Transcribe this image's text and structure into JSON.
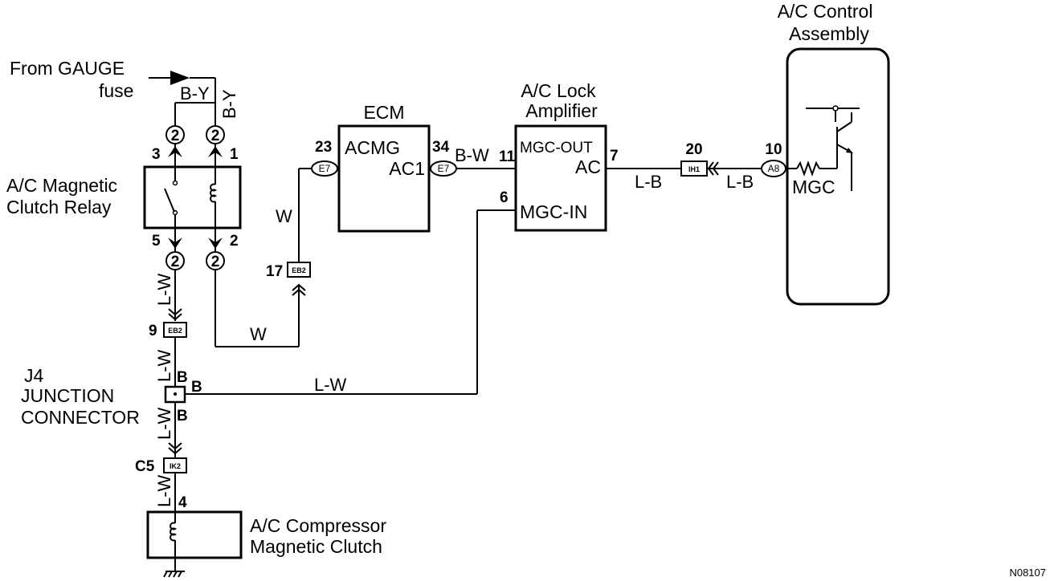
{
  "diagram_code": "N08107",
  "components": {
    "ac_control": {
      "title_line1": "A/C Control",
      "title_line2": "Assembly",
      "mgc_label": "MGC",
      "pin": "10",
      "connector": "A8"
    },
    "lock_amp": {
      "title_line1": "A/C Lock",
      "title_line2": "Amplifier",
      "term_mgc_out": "MGC-OUT",
      "term_ac": "AC",
      "term_mgc_in": "MGC-IN",
      "pin_ac": "7",
      "pin_mgc_in": "6"
    },
    "ecm": {
      "title": "ECM",
      "term_acmg": "ACMG",
      "term_ac1": "AC1",
      "pin_acmg": "23",
      "pin_ac1": "34",
      "connector": "E7"
    },
    "relay": {
      "title_line1": "A/C Magnetic",
      "title_line2": "Clutch Relay",
      "pin3": "3",
      "pin1": "1",
      "pin5": "5",
      "pin2": "2",
      "circle": "2"
    },
    "source": {
      "line1": "From GAUGE",
      "line2": "fuse"
    },
    "junction": {
      "line1": "J4",
      "line2": "JUNCTION",
      "line3": "CONNECTOR",
      "terminal": "B"
    },
    "compressor": {
      "line1": "A/C Compressor",
      "line2": "Magnetic Clutch",
      "pin": "4"
    },
    "connectors": {
      "eb2_top": {
        "pin": "17",
        "code": "EB2"
      },
      "eb2_left": {
        "pin": "9",
        "code": "EB2"
      },
      "ih1": {
        "pin": "20",
        "code": "IH1"
      },
      "ik2": {
        "pin": "C5",
        "code": "IK2"
      }
    }
  },
  "wires": {
    "b_y_a": "B-Y",
    "b_y_b": "B-Y",
    "b_w": "B-W",
    "l_b_a": "L-B",
    "l_b_b": "L-B",
    "w_a": "W",
    "w_b": "W",
    "l_w_a": "L-W",
    "l_w_b": "L-W",
    "l_w_c": "L-W",
    "l_w_d": "L-W",
    "l_w_e": "L-W"
  }
}
